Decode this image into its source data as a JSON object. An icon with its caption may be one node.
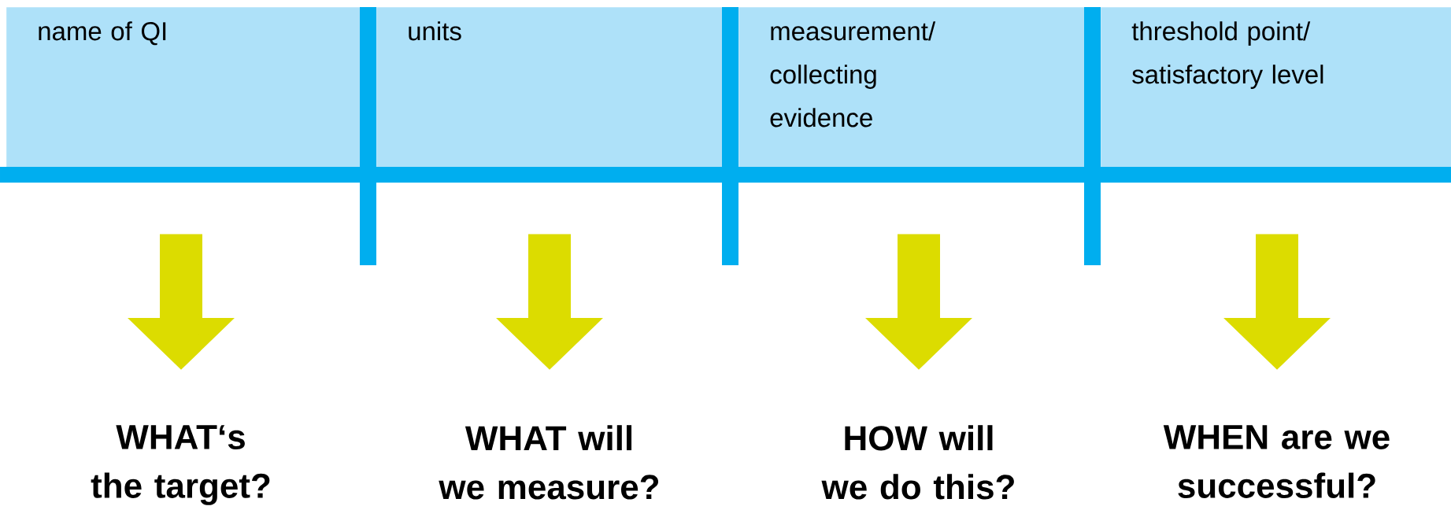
{
  "diagram": {
    "nodes": [
      {
        "text": [
          "name of QI"
        ]
      },
      {
        "text": [
          "units"
        ]
      },
      {
        "text": [
          "measurement/ collecting evidence"
        ]
      },
      {
        "text": [
          "threshold point/ satisfactory level"
        ]
      },
      {
        "text": [
          "WHAT‘s the target?"
        ]
      },
      {
        "text": [
          "WHAT will we measure?"
        ]
      },
      {
        "text": [
          "HOW will we do this?"
        ]
      },
      {
        "text": [
          "WHEN are we successful?"
        ]
      }
    ],
    "edges": [
      {
        "from": 0,
        "to": 4,
        "arrow": "to"
      },
      {
        "from": 1,
        "to": 5,
        "arrow": "to"
      },
      {
        "from": 2,
        "to": 6,
        "arrow": "to"
      },
      {
        "from": 3,
        "to": 7,
        "arrow": "to"
      }
    ]
  }
}
